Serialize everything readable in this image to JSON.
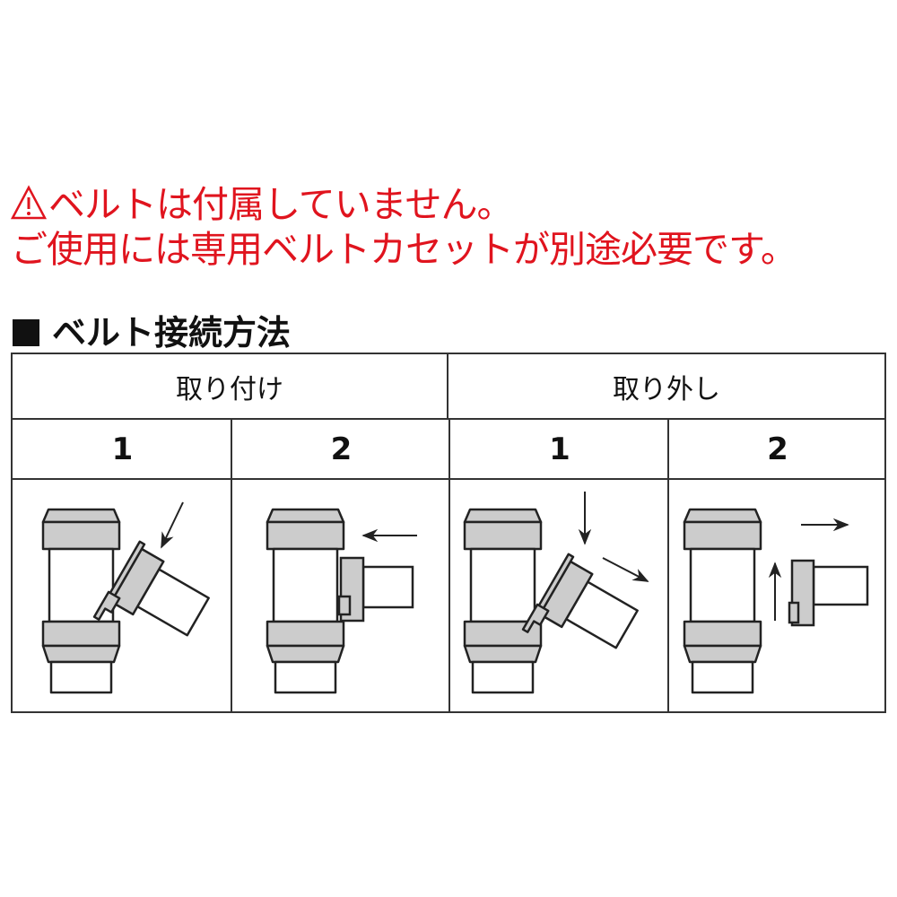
{
  "notice": {
    "line1": "ベルトは付属していません。",
    "line2": "ご使用には専用ベルトカセットが別途必要です。",
    "icon": "warning-triangle-icon",
    "color": "#e0141e"
  },
  "section": {
    "title": "ベルト接続方法"
  },
  "table": {
    "groups": [
      {
        "label": "取り付け",
        "steps": [
          "1",
          "2"
        ]
      },
      {
        "label": "取り外し",
        "steps": [
          "1",
          "2"
        ]
      }
    ]
  }
}
